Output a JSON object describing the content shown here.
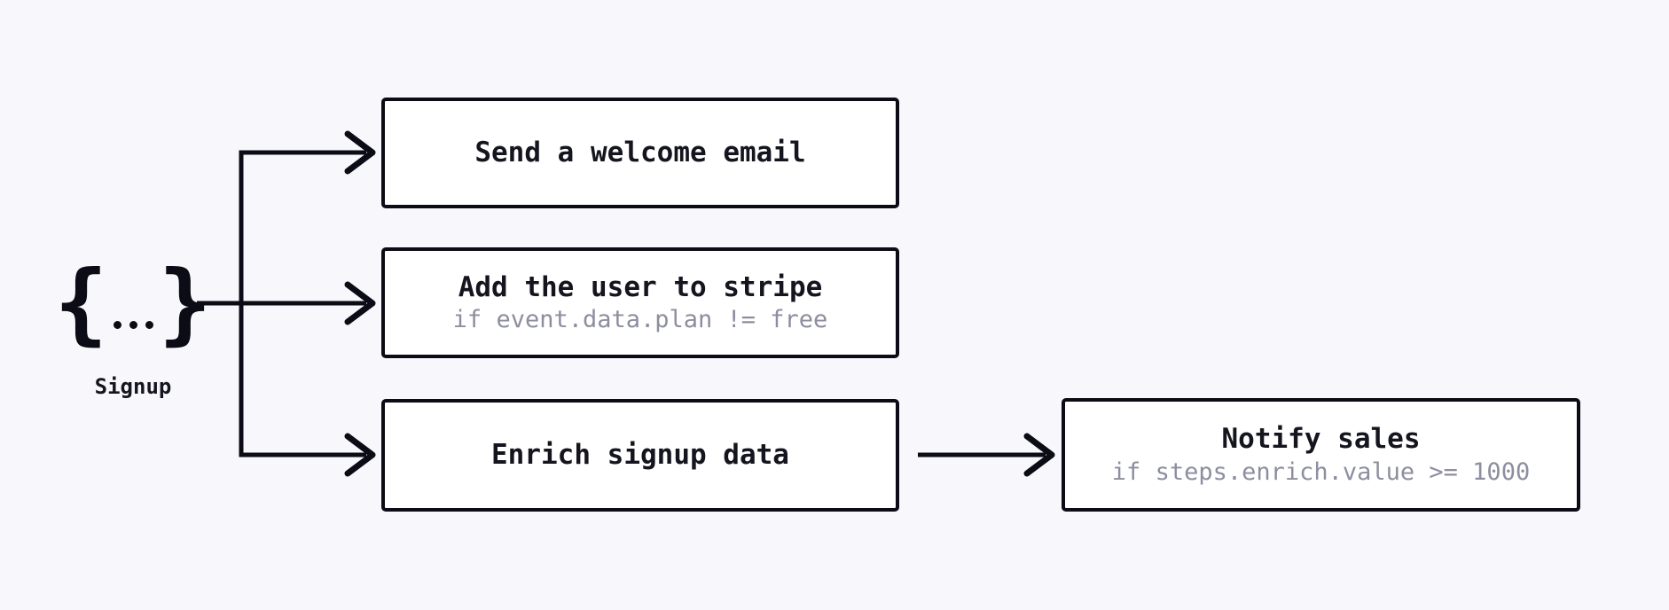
{
  "colors": {
    "background": "#f8f8fc",
    "ink": "#0c0c16",
    "box_background": "#ffffff",
    "title_text": "#15151f",
    "condition_text": "#8d8e9f"
  },
  "event": {
    "icon": "braces-ellipsis-icon",
    "label": "Signup"
  },
  "steps": [
    {
      "id": "send-welcome-email",
      "title": "Send a welcome email",
      "condition": ""
    },
    {
      "id": "add-user-to-stripe",
      "title": "Add the user to stripe",
      "condition": "if event.data.plan != free"
    },
    {
      "id": "enrich-signup-data",
      "title": "Enrich signup data",
      "condition": ""
    },
    {
      "id": "notify-sales",
      "title": "Notify sales",
      "condition": "if steps.enrich.value >= 1000"
    }
  ],
  "edges": [
    {
      "from": "signup-event",
      "to": "send-welcome-email"
    },
    {
      "from": "signup-event",
      "to": "add-user-to-stripe"
    },
    {
      "from": "signup-event",
      "to": "enrich-signup-data"
    },
    {
      "from": "enrich-signup-data",
      "to": "notify-sales"
    }
  ],
  "glyphs": {
    "left_brace": "{",
    "right_brace": "}"
  }
}
